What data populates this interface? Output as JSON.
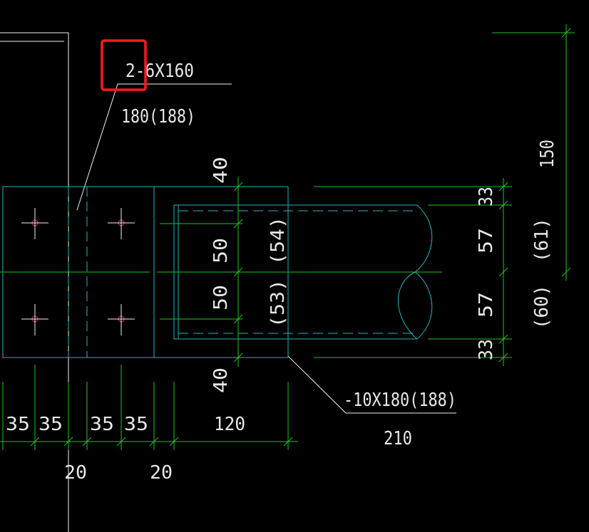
{
  "colors": {
    "background": "#000000",
    "dimension_line": "#22c322",
    "steel_outline": "#27b5bd",
    "text": "#e8e8e8",
    "highlight": "#ff1a1a",
    "bolt_center": "#e13b3b"
  },
  "labels": {
    "plate_spec": "2-6X160",
    "plate_length": "180(188)",
    "bottom_plate_spec": "-10X180(188)",
    "bottom_plate_length": "210"
  },
  "dimensions": {
    "top_gap": "40",
    "bottom_gap": "40",
    "upper_spacing": "50",
    "lower_spacing": "50",
    "upper_paren": "(54)",
    "lower_paren": "(53)",
    "right_top_edge": "33",
    "right_top_mid": "57",
    "right_bottom_mid": "57",
    "right_bottom_edge": "33",
    "right_upper_paren": "(61)",
    "right_lower_paren": "(60)",
    "overall_height": "150",
    "bottom_row": [
      "35",
      "35",
      "35",
      "35"
    ],
    "bottom_long": "120",
    "gap_left": "20",
    "gap_right": "20"
  },
  "annotation": {
    "highlight_target": "plate-spec-dash"
  }
}
